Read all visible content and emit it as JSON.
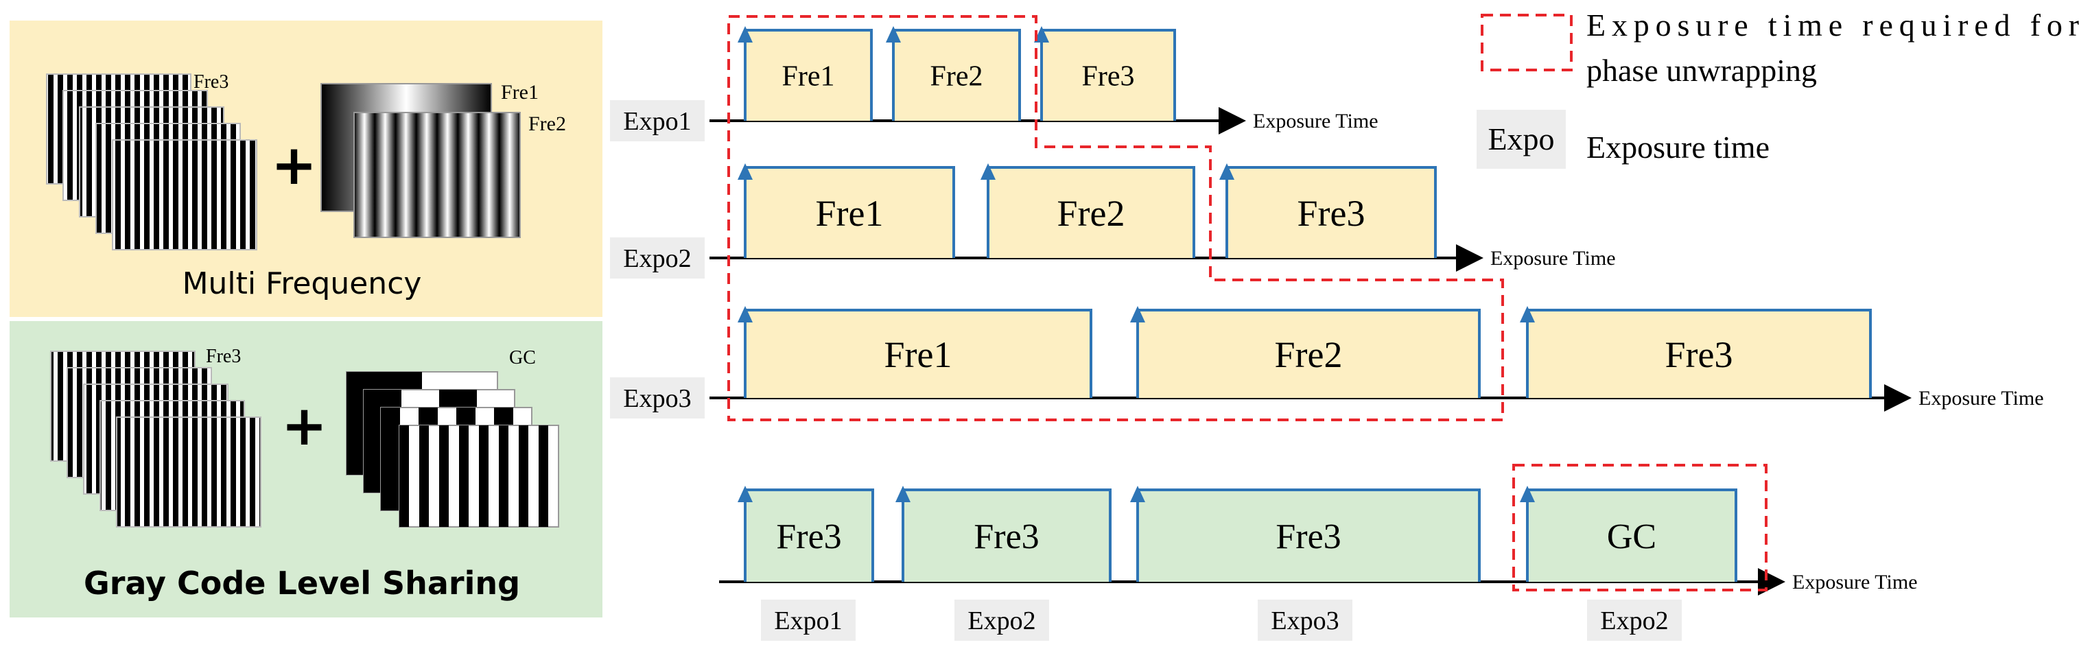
{
  "panels": {
    "multi_frequency": {
      "title": "Multi Frequency",
      "stack_label": "Fre3",
      "ramp_label": "Fre1",
      "sine_label": "Fre2",
      "plus": "+",
      "bg_color": "#fdefc3"
    },
    "gray_code": {
      "title": "Gray Code Level Sharing",
      "stack_label": "Fre3",
      "gc_label": "GC",
      "plus": "+",
      "bg_color": "#d6ebd2"
    }
  },
  "legend": {
    "dashed_line1": "Exposure time required for",
    "dashed_line2": "phase unwrapping",
    "expo_box": "Expo",
    "expo_text": "Exposure time"
  },
  "axis_label": "Exposure Time",
  "colors": {
    "pulse_stroke": "#2e75b6",
    "mf_fill": "#fdefc3",
    "gc_fill": "#d6ebd2",
    "dashed": "#e8262b",
    "label_bg": "#ededed"
  },
  "timelines": {
    "expo1": {
      "label": "Expo1",
      "pulses": [
        "Fre1",
        "Fre2",
        "Fre3"
      ]
    },
    "expo2": {
      "label": "Expo2",
      "pulses": [
        "Fre1",
        "Fre2",
        "Fre3"
      ]
    },
    "expo3": {
      "label": "Expo3",
      "pulses": [
        "Fre1",
        "Fre2",
        "Fre3"
      ]
    },
    "gray": {
      "pulses": [
        "Fre3",
        "Fre3",
        "Fre3",
        "GC"
      ],
      "labels": [
        "Expo1",
        "Expo2",
        "Expo3",
        "Expo2"
      ]
    }
  }
}
